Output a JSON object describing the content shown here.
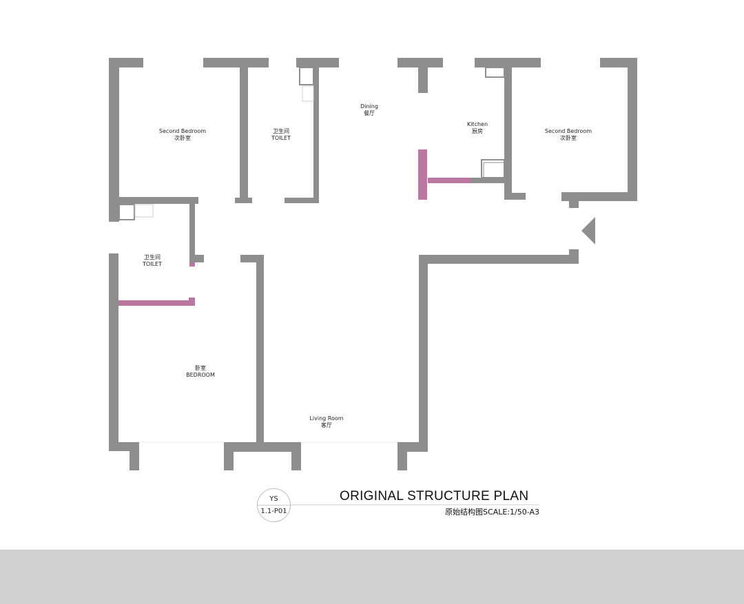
{
  "rooms": {
    "second_bedroom_left": {
      "en": "Second Bedroom",
      "cn": "次卧室"
    },
    "toilet_top": {
      "cn": "卫生间",
      "en": "TOILET"
    },
    "dining": {
      "en": "Dining",
      "cn": "餐厅"
    },
    "kitchen": {
      "en": "Kitchen",
      "cn": "厨房"
    },
    "second_bedroom_right": {
      "en": "Second Bedroom",
      "cn": "次卧室"
    },
    "toilet_left": {
      "cn": "卫生间",
      "en": "TOILET"
    },
    "bedroom": {
      "cn": "卧室",
      "en": "BEDROOM"
    },
    "living": {
      "en": "Living Room",
      "cn": "客厅"
    }
  },
  "title_block": {
    "code_top": "YS",
    "code_bottom": "1.1-P01",
    "title": "ORIGINAL STRUCTURE PLAN",
    "subtitle": "原始结构图SCALE:1/50-A3"
  },
  "colors": {
    "wall": "#8e8e8e",
    "new_wall": "#b9779f",
    "footer": "#d0d0d0"
  }
}
